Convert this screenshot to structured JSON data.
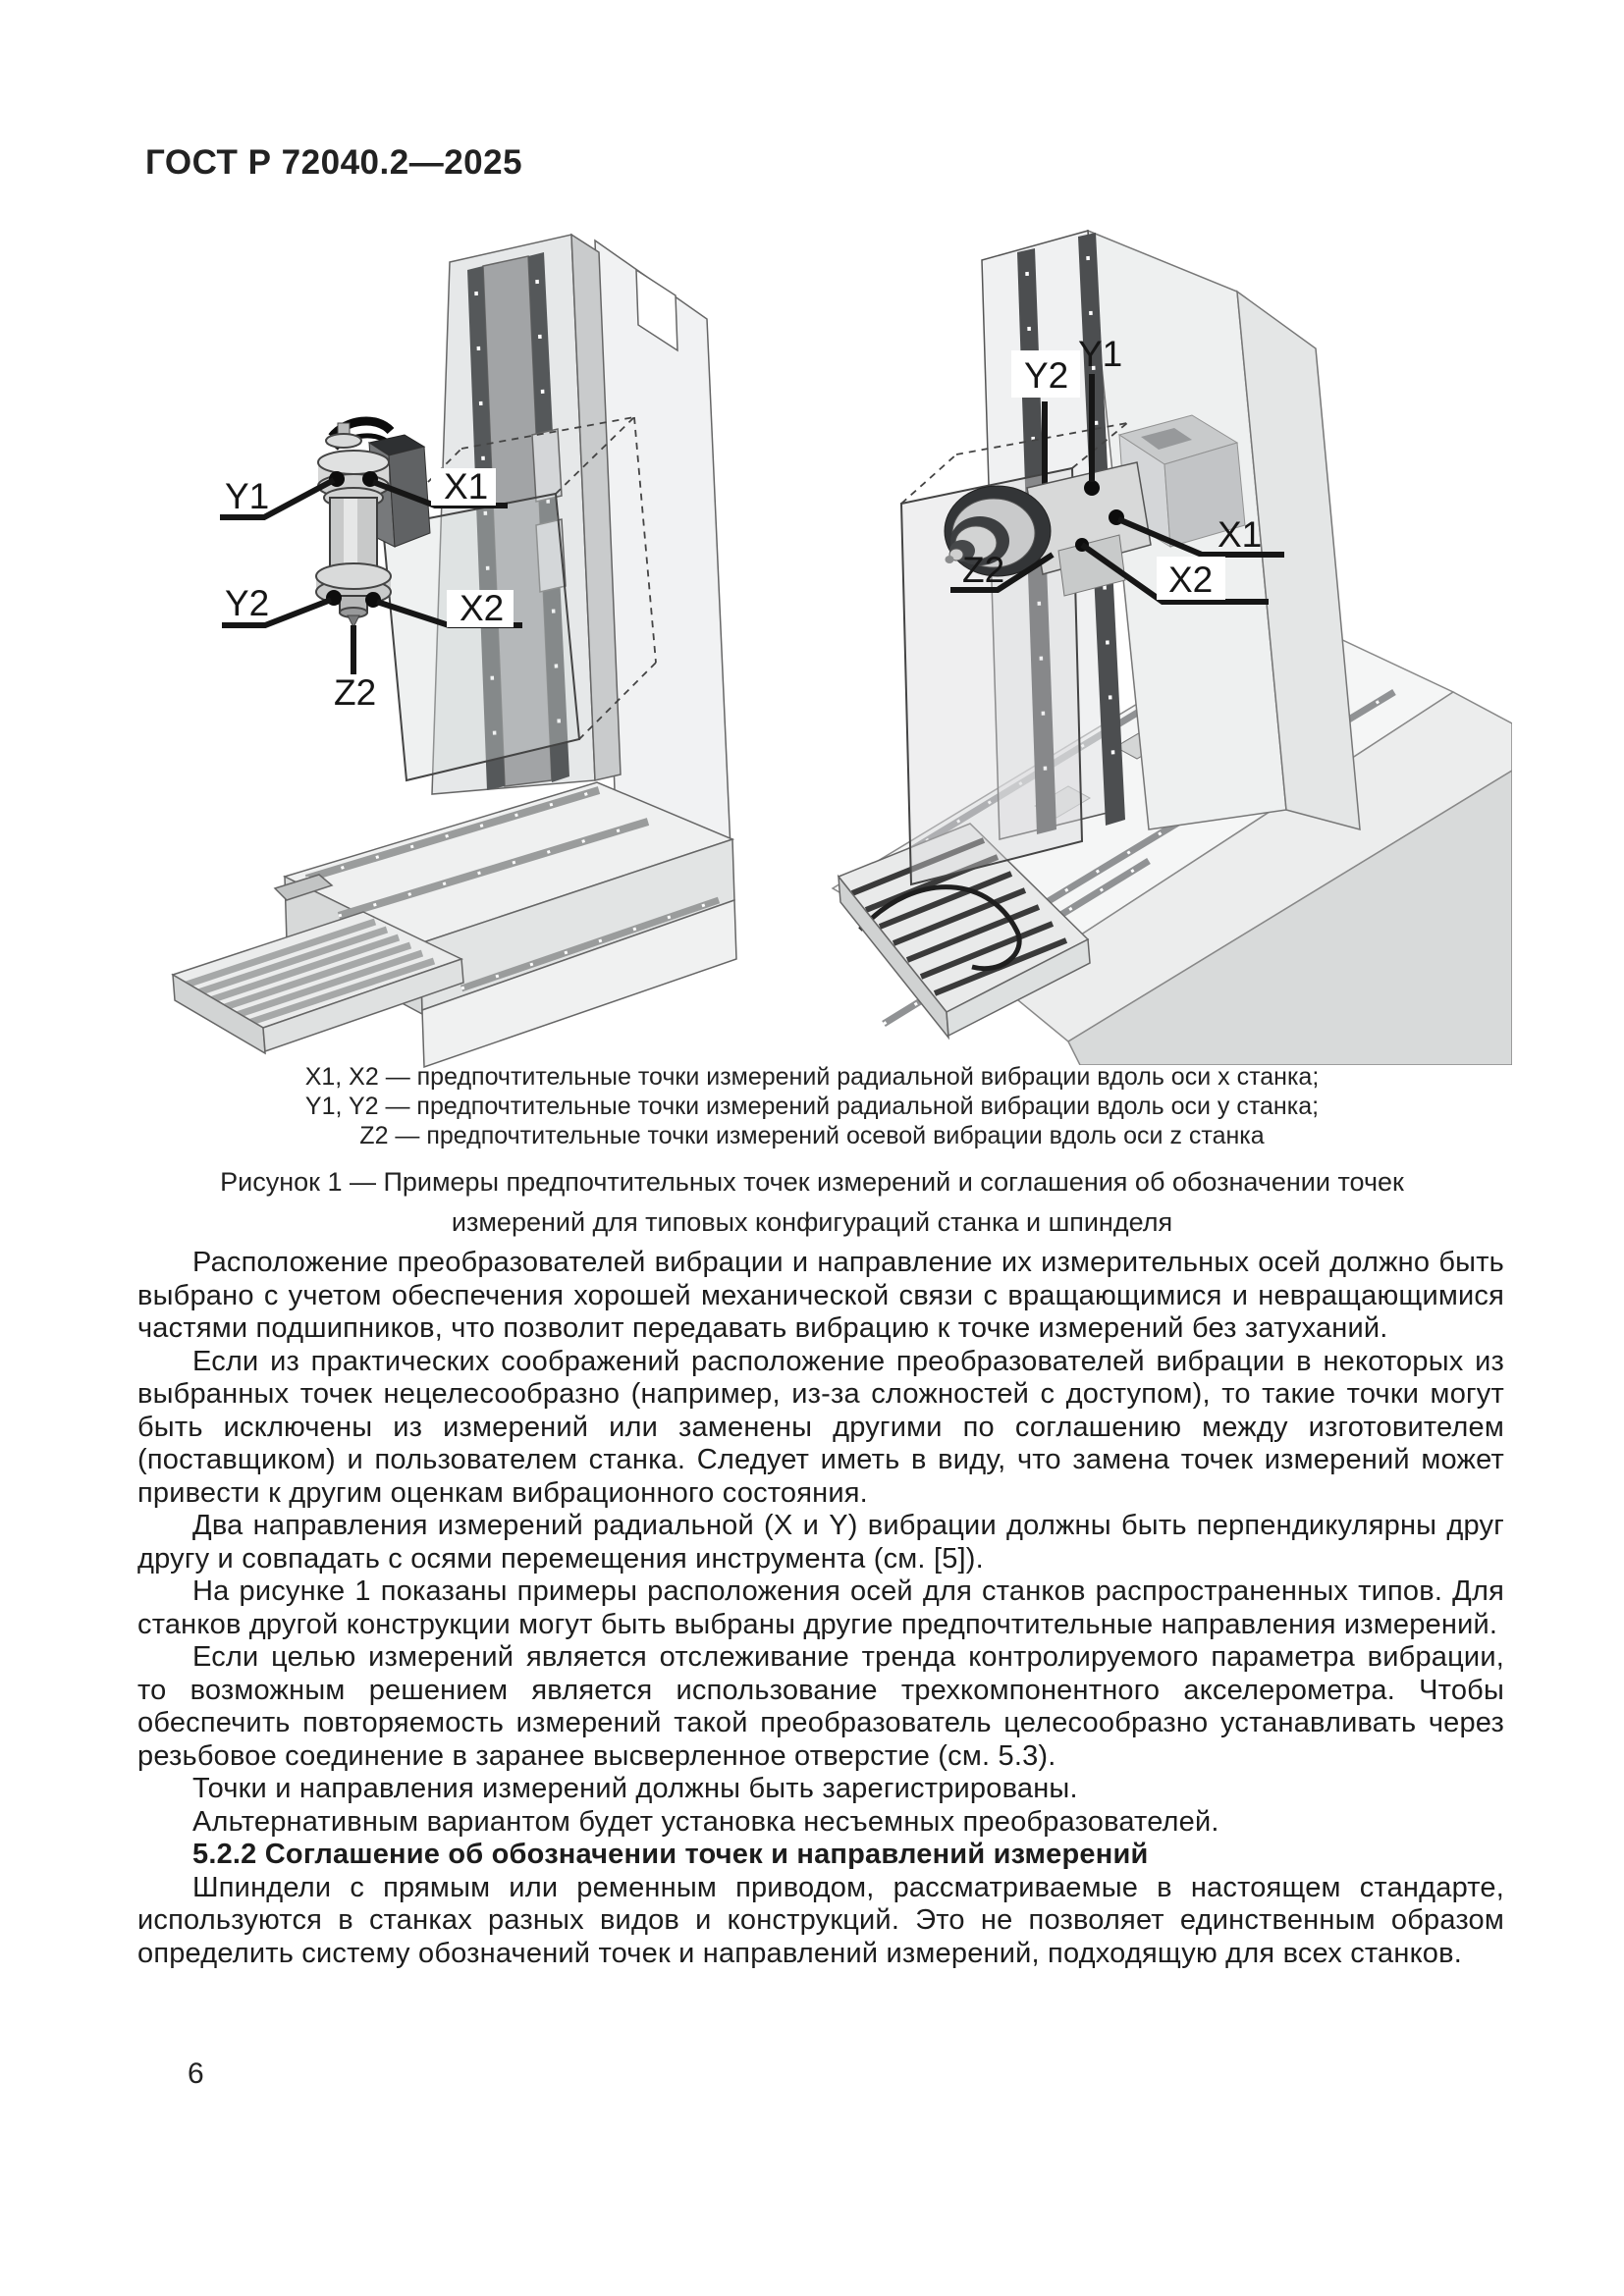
{
  "page": {
    "header": "ГОСТ Р 72040.2—2025",
    "number": "6"
  },
  "figure": {
    "left": {
      "y1": "Y1",
      "x1": "X1",
      "y2": "Y2",
      "x2": "X2",
      "z2": "Z2"
    },
    "right": {
      "y1": "Y1",
      "y2": "Y2",
      "x1": "X1",
      "x2": "X2",
      "z2": "Z2"
    },
    "legend": [
      "X1, X2 — предпочтительные точки измерений радиальной вибрации вдоль оси x станка;",
      "Y1, Y2 — предпочтительные точки измерений радиальной вибрации вдоль оси y станка;",
      "Z2 — предпочтительные точки измерений осевой вибрации вдоль оси z станка"
    ],
    "caption": "Рисунок 1 — Примеры предпочтительных точек измерений и соглашения об обозначении точек измерений для типовых конфигураций станка и шпинделя"
  },
  "body": {
    "p1": "Расположение преобразователей вибрации и направление их измерительных осей должно быть выбрано с учетом обеспечения хорошей механической связи с вращающимися и невращающимися частями подшипников, что позволит передавать вибрацию к точке измерений без затуханий.",
    "p2": "Если из практических соображений расположение преобразователей вибрации в некоторых из выбранных точек нецелесообразно (например, из-за сложностей с доступом), то такие точки могут быть исключены из измерений или заменены другими по соглашению между изготовителем (поставщиком) и пользователем станка. Следует иметь в виду, что замена точек измерений может привести к другим оценкам вибрационного состояния.",
    "p3": "Два направления измерений радиальной (X и Y) вибрации должны быть перпендикулярны друг другу и совпадать с осями перемещения инструмента (см. [5]).",
    "p4": "На рисунке 1 показаны примеры расположения осей для станков распространенных типов. Для станков другой конструкции могут быть выбраны другие предпочтительные направления измерений.",
    "p5": "Если целью измерений является отслеживание тренда контролируемого параметра вибрации, то возможным решением является использование трехкомпонентного акселерометра. Чтобы обеспечить повторяемость измерений такой преобразователь целесообразно устанавливать через резьбовое соединение в заранее высверленное отверстие (см. 5.3).",
    "p6": "Точки и направления измерений должны быть зарегистрированы.",
    "p7": "Альтернативным вариантом будет установка несъемных преобразователей.",
    "h522": "5.2.2 Соглашение об обозначении точек и направлений измерений",
    "p8": "Шпиндели с прямым или ременным приводом, рассматриваемые в настоящем стандарте, используются в станках разных видов и конструкций. Это не позволяет единственным образом определить систему обозначений точек и направлений измерений, подходящую для всех станков."
  }
}
